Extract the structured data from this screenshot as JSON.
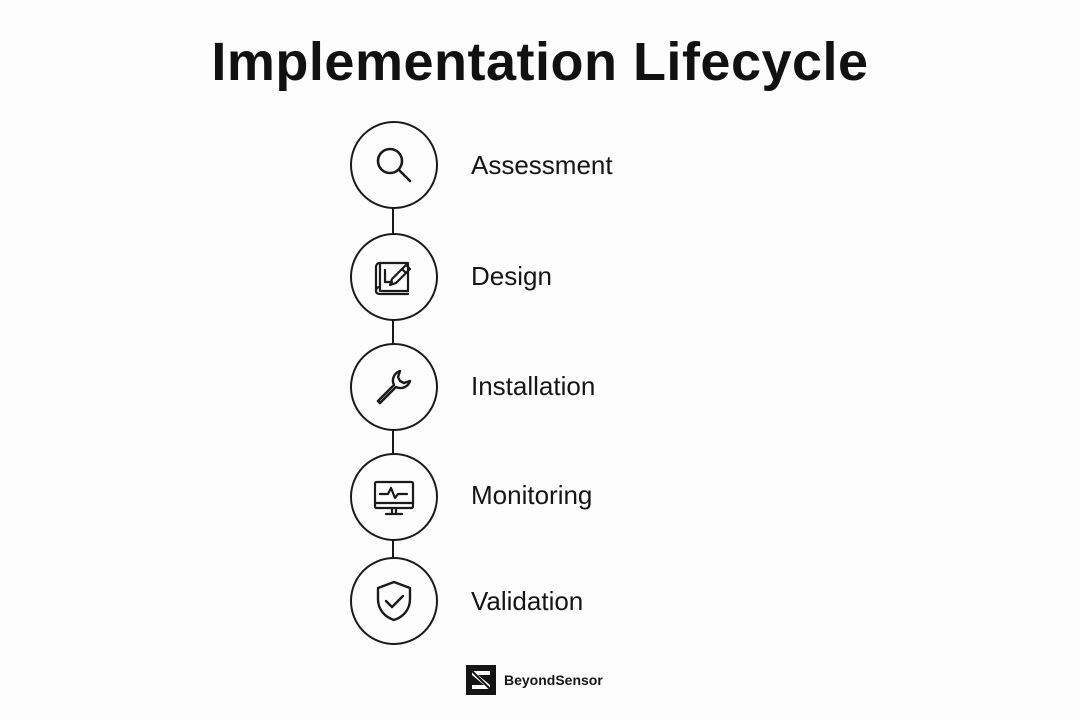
{
  "title": "Implementation Lifecycle",
  "steps": [
    {
      "label": "Assessment",
      "icon": "magnifier-icon"
    },
    {
      "label": "Design",
      "icon": "blueprint-pencil-icon"
    },
    {
      "label": "Installation",
      "icon": "wrench-icon"
    },
    {
      "label": "Monitoring",
      "icon": "monitor-pulse-icon"
    },
    {
      "label": "Validation",
      "icon": "shield-check-icon"
    }
  ],
  "brand": {
    "name": "BeyondSensor",
    "logo_icon": "beyondsensor-logo-icon"
  },
  "colors": {
    "background": "#fdfdfd",
    "ink": "#111111"
  }
}
